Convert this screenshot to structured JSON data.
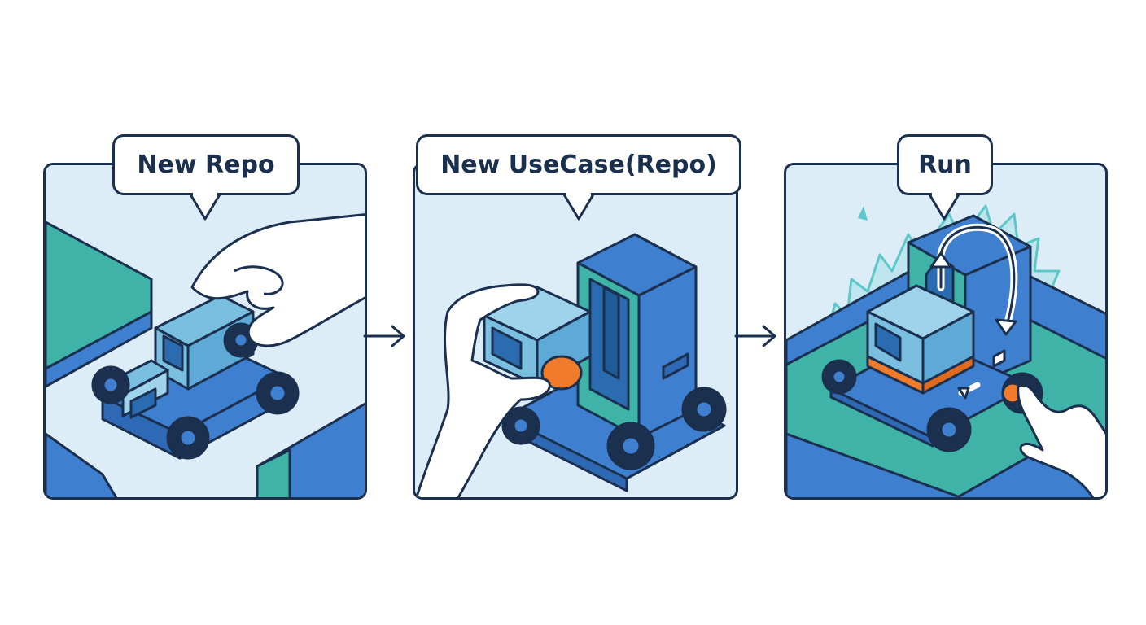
{
  "steps": [
    {
      "label": "New Repo"
    },
    {
      "label": "New UseCase(Repo)"
    },
    {
      "label": "Run"
    }
  ],
  "colors": {
    "outline": "#1b2f4e",
    "panel_bg": "#dcedf7",
    "blue": "#3f7fd0",
    "light_blue": "#7bbfe0",
    "teal": "#3fb3a8",
    "orange": "#f07b2a",
    "window": "#2b6cb0",
    "glow": "#5fc7c9"
  },
  "icons": [
    "toy-car",
    "hand",
    "engine-block",
    "flow-arrow",
    "return-arrow"
  ]
}
